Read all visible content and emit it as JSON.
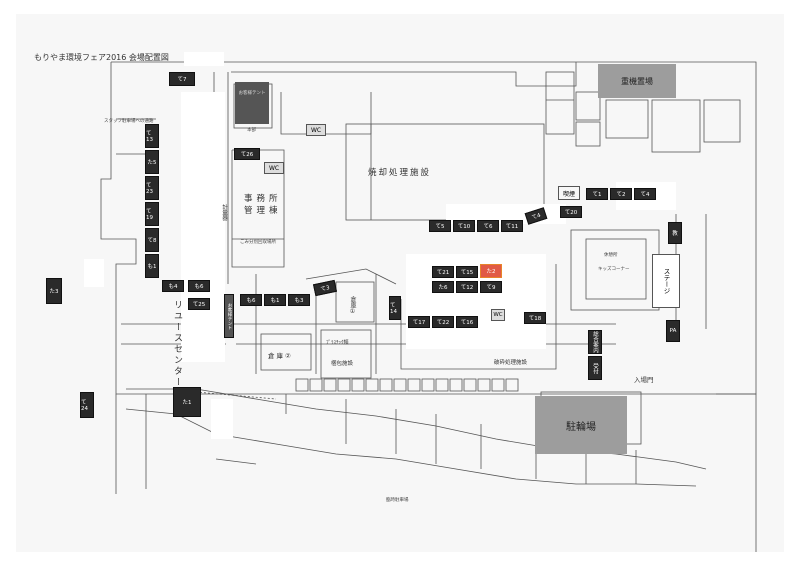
{
  "title": "もりやま環境フェア2016 会場配置図",
  "labels": {
    "staff_parking": "スタッフ駐車場への通路",
    "incinerator": "焼却処理施設",
    "office": "事務所",
    "management": "管理棟",
    "recycle_center": "リユースセンター",
    "warehouse1": "倉庫①",
    "warehouse2": "倉庫②",
    "packaging": "梱包施設",
    "plastic": "ﾌﾟﾗｽﾁｯｸ類",
    "crushing": "破砕処理施設",
    "bicycle_parking": "駐輪場",
    "heavy_parking": "重機置場",
    "entrance": "入場門",
    "info": "総合案内",
    "reception": "受付",
    "stage": "ステージ",
    "smoking": "喫煙",
    "wc1": "WC",
    "wc2": "WC",
    "wc3": "WC",
    "rest_tent": "お客様テント",
    "hq_tent": "本部",
    "pa": "PA",
    "shelter": "教",
    "garbage": "ごみ分別回収場所",
    "measure": "計量器",
    "bottom_parking": "臨時駐車場",
    "rest_area": "休憩所",
    "kids": "キッズコーナー"
  },
  "booths": {
    "te7": "て7",
    "te13": "て13",
    "ta5": "た5",
    "te23": "て23",
    "te19": "て19",
    "te8": "て8",
    "mo1a": "も1",
    "te26": "て26",
    "ta3": "た3",
    "te24": "て24",
    "ta1": "た1",
    "te25": "て25",
    "mo4": "も4",
    "mo6": "も6",
    "mo6b": "も6",
    "mo1b": "も1",
    "mo3": "も3",
    "te3": "て3",
    "te5": "て5",
    "te10": "て10",
    "te6": "て6",
    "te11": "て11",
    "te4": "て4",
    "te20": "て20",
    "te1": "て1",
    "te2": "て2",
    "te4b": "て4",
    "te21": "て21",
    "te15": "て15",
    "ta2": "た2",
    "ta6": "た6",
    "te12": "て12",
    "te9": "て9",
    "te14": "て14",
    "te17": "て17",
    "te22": "て22",
    "te16": "て16",
    "te18": "て18"
  }
}
